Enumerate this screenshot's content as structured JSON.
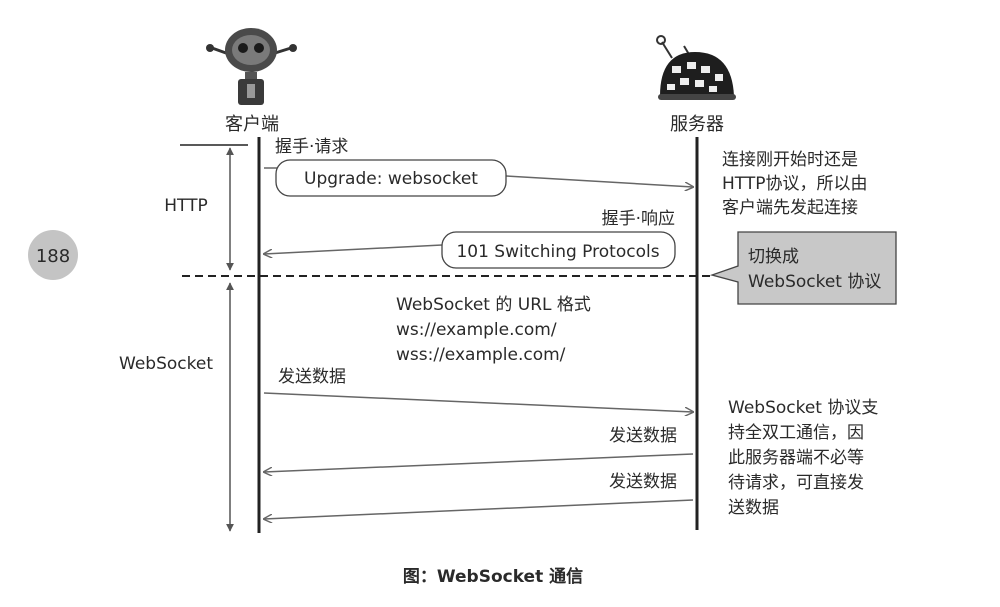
{
  "page_number": "188",
  "actors": {
    "client": {
      "label": "客户端",
      "icon": "robot-icon"
    },
    "server": {
      "label": "服务器",
      "icon": "ladybug-robot-icon"
    }
  },
  "phases": {
    "http": "HTTP",
    "websocket": "WebSocket"
  },
  "messages": {
    "handshake_request_label": "握手·请求",
    "handshake_request_box": "Upgrade: websocket",
    "handshake_response_label": "握手·响应",
    "handshake_response_box": "101 Switching Protocols",
    "send_data_1": "发送数据",
    "send_data_2": "发送数据",
    "send_data_3": "发送数据"
  },
  "notes": {
    "http_start": [
      "连接刚开始时还是",
      "HTTP协议，所以由",
      "客户端先发起连接"
    ],
    "switch": [
      "切换成",
      "WebSocket 协议"
    ],
    "url_format": [
      "WebSocket 的 URL 格式",
      "ws://example.com/",
      "wss://example.com/"
    ],
    "full_duplex": [
      "WebSocket 协议支",
      "持全双工通信，因",
      "此服务器端不必等",
      "待请求，可直接发",
      "送数据"
    ]
  },
  "caption": "图：WebSocket 通信",
  "colors": {
    "line": "#222222",
    "arrow": "#666666",
    "note_fill": "#c8c8c8",
    "page_badge": "#c4c4c4"
  }
}
